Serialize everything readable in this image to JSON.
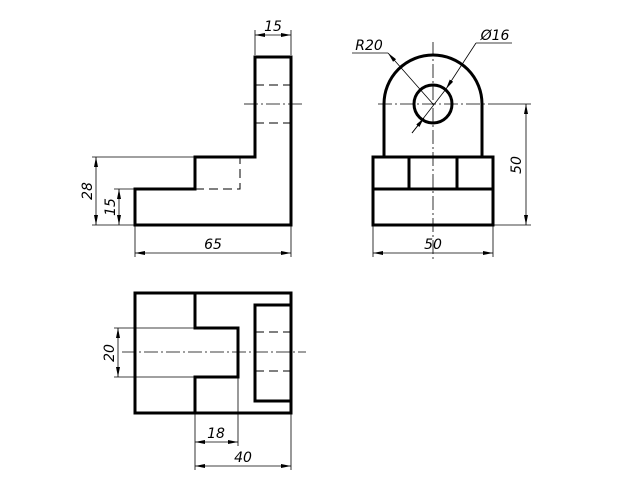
{
  "drawing": {
    "front_view": {
      "dims": {
        "top_width": "15",
        "total_height": "28",
        "step_height": "15",
        "length": "65"
      }
    },
    "side_view": {
      "dims": {
        "radius": "R20",
        "hole_diameter": "Ø16",
        "center_height": "50",
        "width": "50"
      }
    },
    "top_view": {
      "dims": {
        "slot_width": "20",
        "slot_depth": "18",
        "depth": "40"
      }
    }
  }
}
